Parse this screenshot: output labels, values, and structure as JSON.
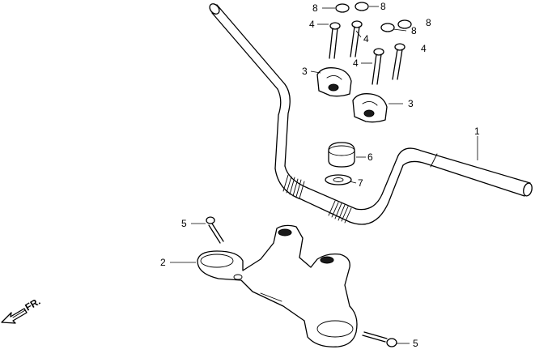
{
  "callouts": {
    "c1": "1",
    "c2": "2",
    "c3a": "3",
    "c3b": "3",
    "c4a": "4",
    "c4b": "4",
    "c4c": "4",
    "c4d": "4",
    "c5a": "5",
    "c5b": "5",
    "c6": "6",
    "c7": "7",
    "c8a": "8",
    "c8b": "8",
    "c8c": "8",
    "c8d": "8"
  },
  "front_indicator": "FR."
}
